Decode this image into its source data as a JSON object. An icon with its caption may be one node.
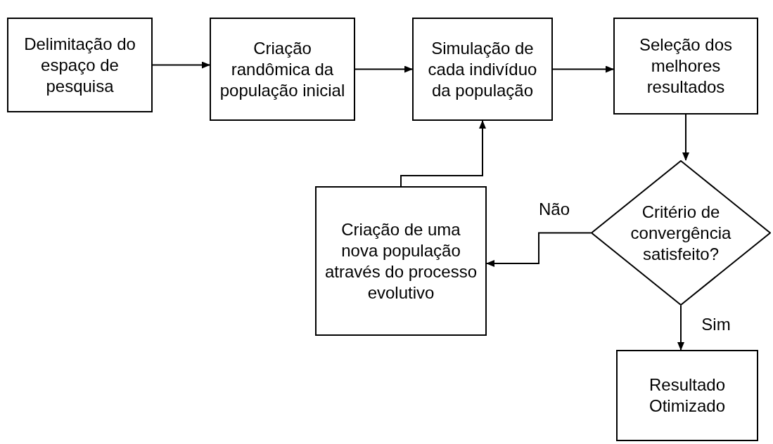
{
  "diagram": {
    "nodes": [
      {
        "text": [
          "Delimitação do espaço de pesquisa"
        ]
      },
      {
        "text": [
          "Criação randômica da população inicial"
        ]
      },
      {
        "text": [
          "Simulação de cada indivíduo da população"
        ]
      },
      {
        "text": [
          "Seleção dos melhores resultados"
        ]
      },
      {
        "text": [
          "Critério de convergência satisfeito?"
        ]
      },
      {
        "text": [
          "Criação de uma nova população através do processo evolutivo"
        ]
      },
      {
        "text": [
          "Resultado Otimizado"
        ]
      }
    ],
    "edges": [
      {
        "from": 0,
        "to": 1,
        "arrow": "to"
      },
      {
        "from": 1,
        "to": 2,
        "arrow": "to"
      },
      {
        "from": 2,
        "to": 3,
        "arrow": "to"
      },
      {
        "from": 3,
        "to": 4,
        "arrow": "to"
      },
      {
        "from": 4,
        "to": 5,
        "arrow": "to",
        "label": "Não"
      },
      {
        "from": 5,
        "to": 2,
        "arrow": "to"
      },
      {
        "from": 4,
        "to": 6,
        "arrow": "to",
        "label": "Sim"
      }
    ]
  }
}
